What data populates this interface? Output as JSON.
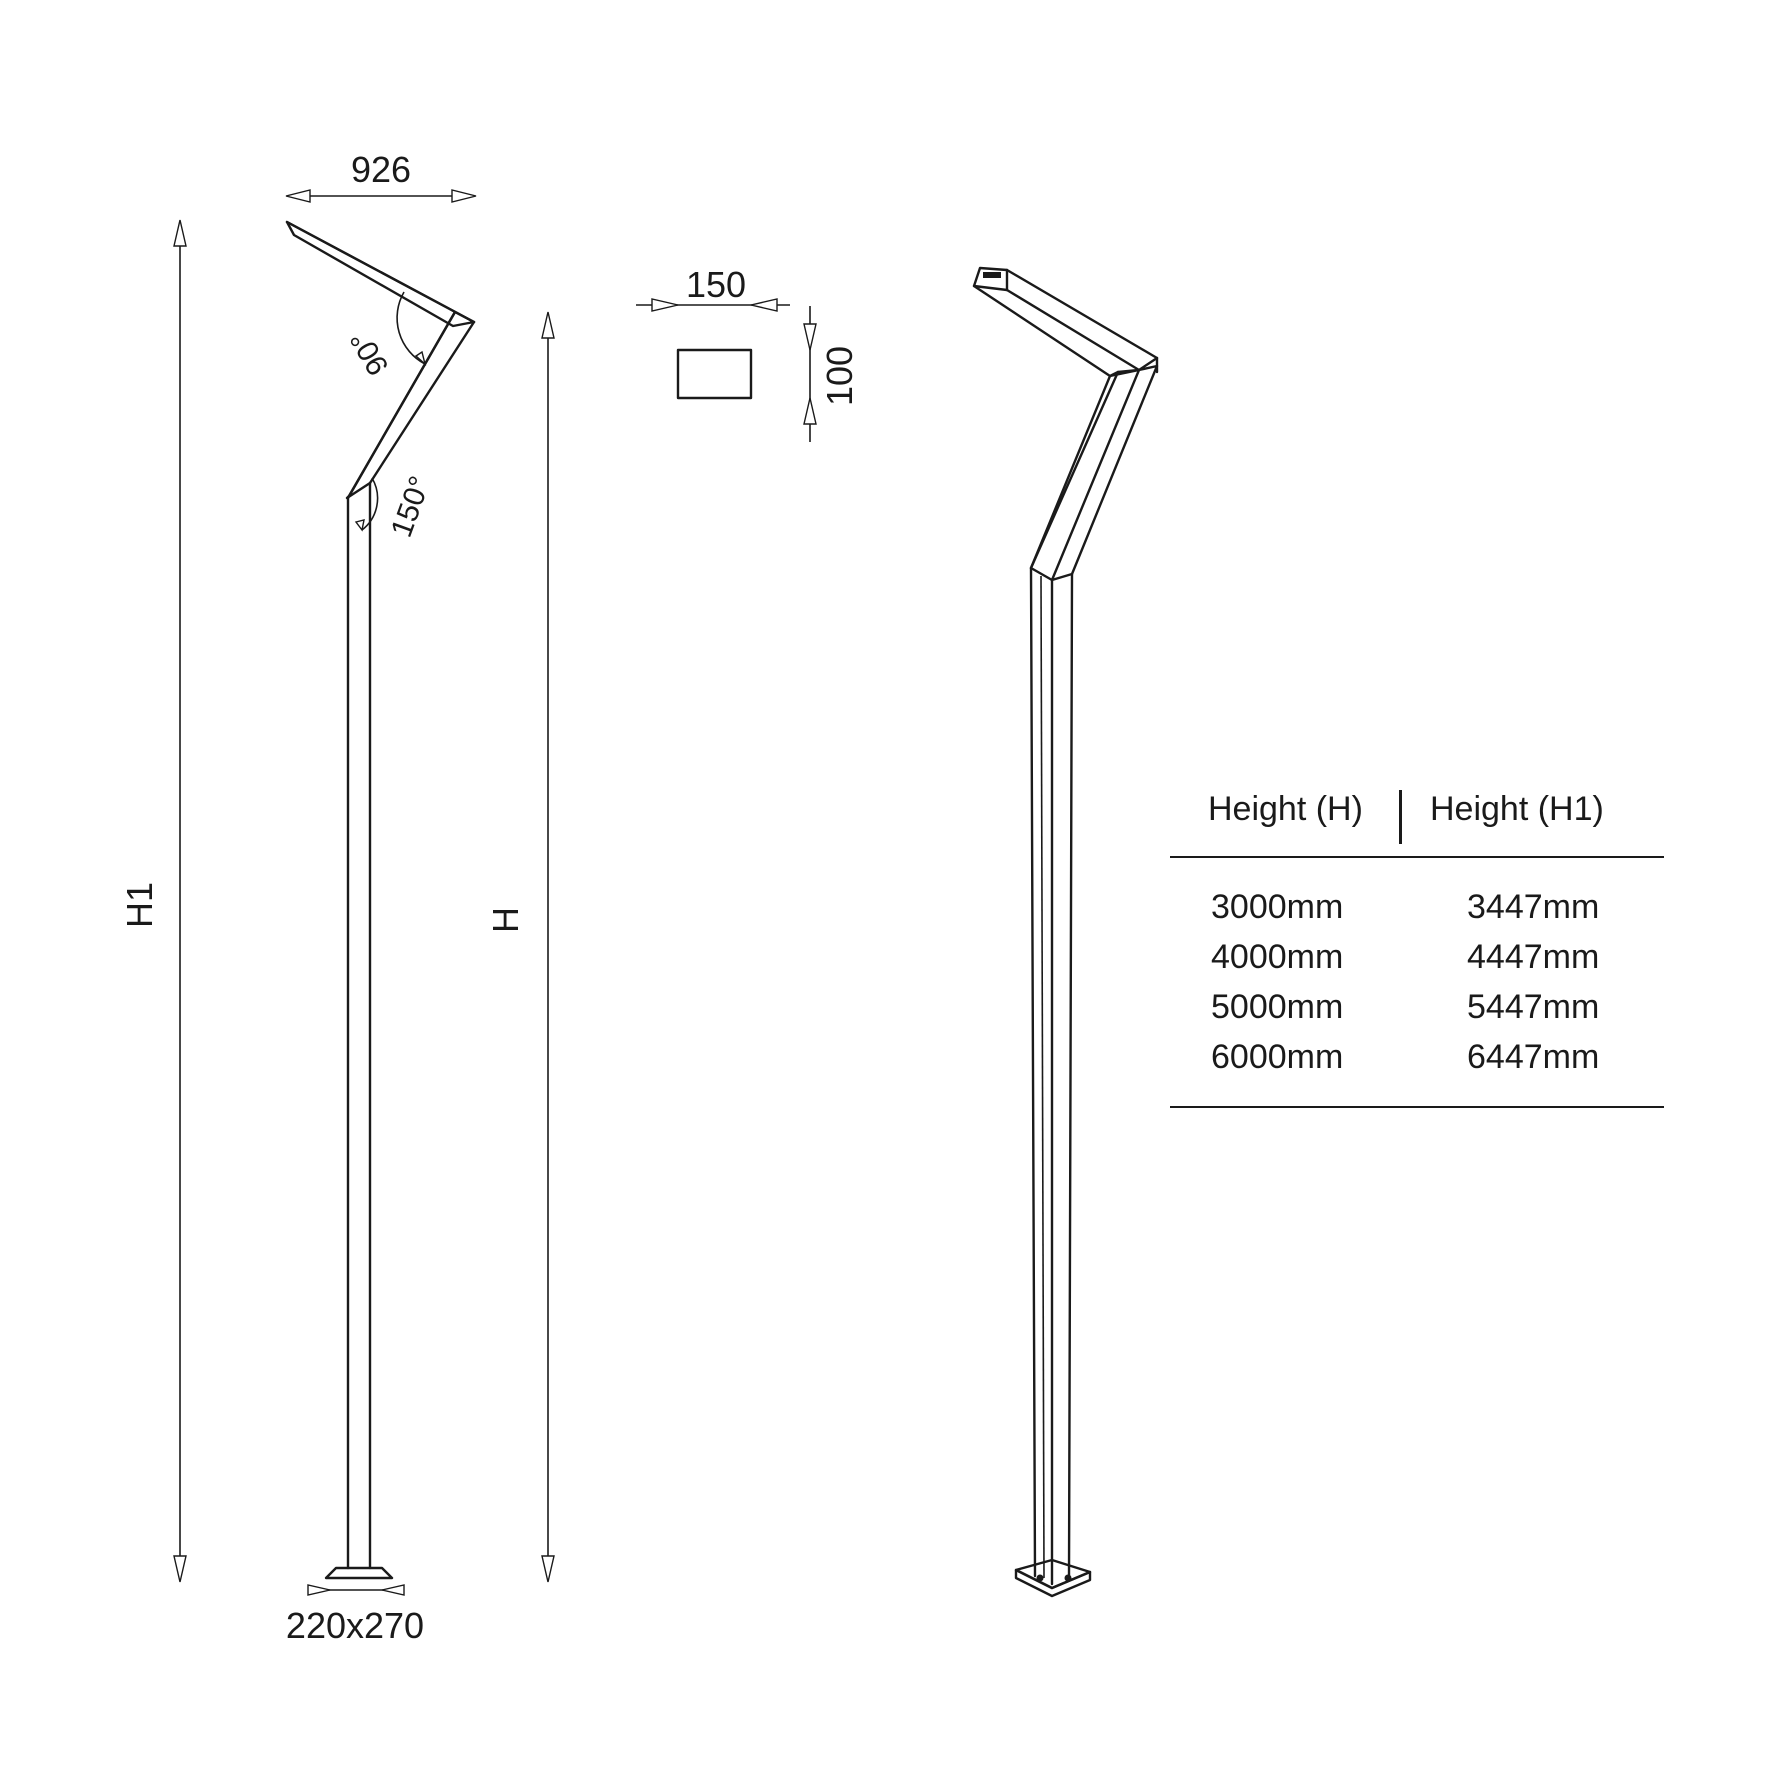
{
  "dimensions": {
    "arm_width": "926",
    "profile_width": "150",
    "profile_height": "100",
    "angle_top": "90°",
    "angle_bottom": "150°",
    "overall_height": "H1",
    "pole_height": "H",
    "base_plate": "220x270"
  },
  "table": {
    "headers": [
      "Height (H)",
      "Height (H1)"
    ],
    "rows": [
      [
        "3000mm",
        "3447mm"
      ],
      [
        "4000mm",
        "4447mm"
      ],
      [
        "5000mm",
        "5447mm"
      ],
      [
        "6000mm",
        "6447mm"
      ]
    ]
  }
}
